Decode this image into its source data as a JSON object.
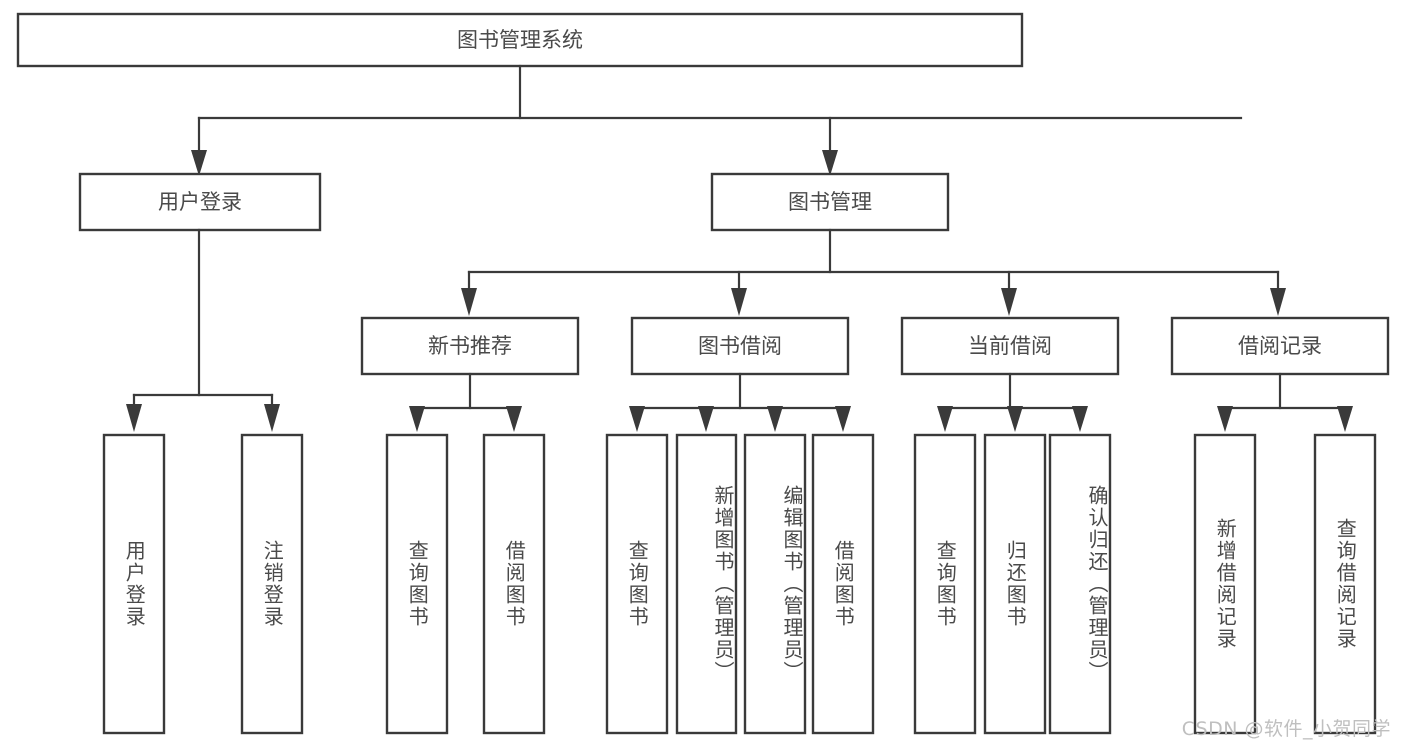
{
  "diagram": {
    "title": "图书管理系统",
    "type": "tree",
    "orientation": "top-down",
    "colors": {
      "box_stroke": "#3a3a3a",
      "box_fill": "#ffffff",
      "text": "#4a4a4a",
      "connector": "#3a3a3a",
      "background": "#ffffff",
      "watermark": "#bfbfbf"
    },
    "root": {
      "label": "图书管理系统"
    },
    "level2": [
      {
        "label": "用户登录"
      },
      {
        "label": "图书管理"
      }
    ],
    "level3": [
      {
        "label": "新书推荐"
      },
      {
        "label": "图书借阅"
      },
      {
        "label": "当前借阅"
      },
      {
        "label": "借阅记录"
      }
    ],
    "leaves": [
      {
        "label": "用户登录",
        "parent": "用户登录"
      },
      {
        "label": "注销登录",
        "parent": "用户登录"
      },
      {
        "label": "查询图书",
        "parent": "新书推荐"
      },
      {
        "label": "借阅图书",
        "parent": "新书推荐"
      },
      {
        "label": "查询图书",
        "parent": "图书借阅"
      },
      {
        "label": "新增图书（管理员）",
        "parent": "图书借阅"
      },
      {
        "label": "编辑图书（管理员）",
        "parent": "图书借阅"
      },
      {
        "label": "借阅图书",
        "parent": "图书借阅"
      },
      {
        "label": "查询图书",
        "parent": "当前借阅"
      },
      {
        "label": "归还图书",
        "parent": "当前借阅"
      },
      {
        "label": "确认归还（管理员）",
        "parent": "当前借阅"
      },
      {
        "label": "新增借阅记录",
        "parent": "借阅记录"
      },
      {
        "label": "查询借阅记录",
        "parent": "借阅记录"
      }
    ]
  },
  "watermark": {
    "text": "CSDN @软件_小贺同学"
  }
}
